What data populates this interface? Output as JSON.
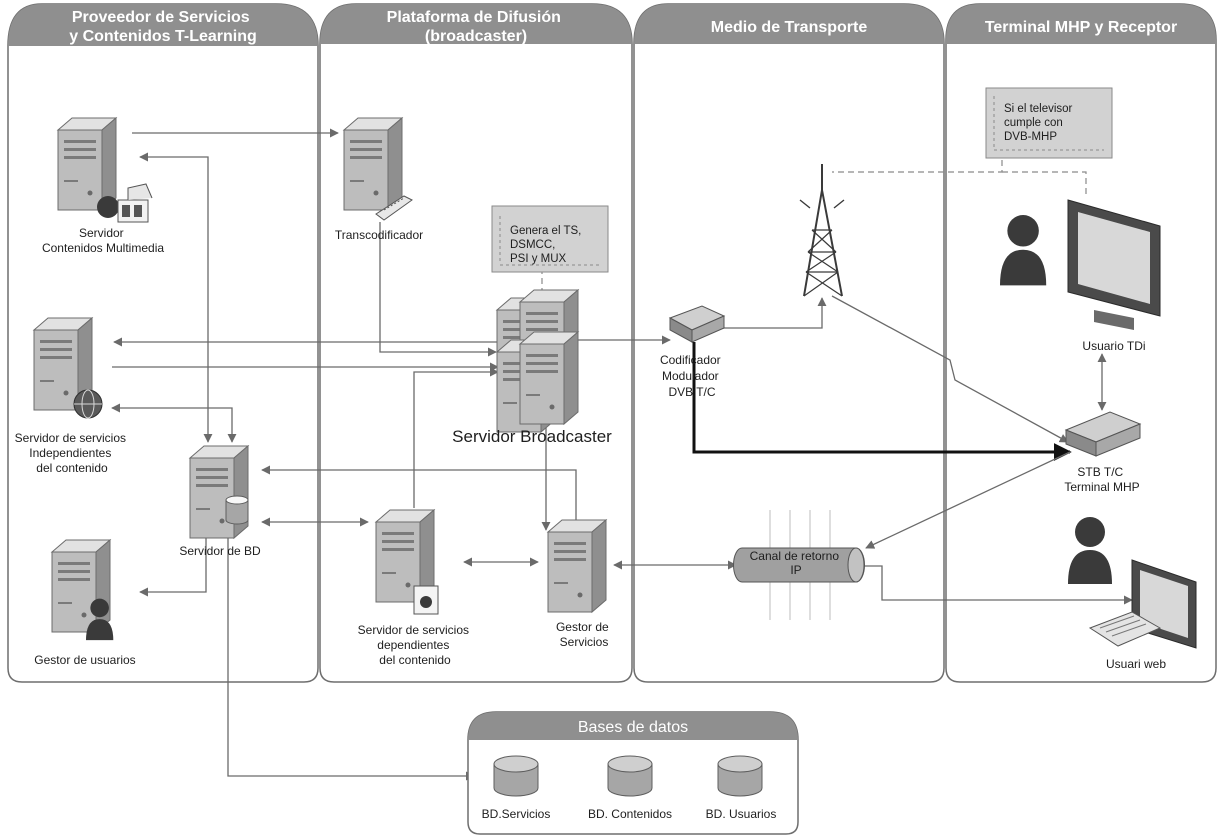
{
  "lanes": [
    {
      "title_lines": [
        "Proveedor de Servicios",
        "y Contenidos T-Learning"
      ]
    },
    {
      "title_lines": [
        "Plataforma de Difusión",
        "(broadcaster)"
      ]
    },
    {
      "title_lines": [
        "Medio de Transporte"
      ]
    },
    {
      "title_lines": [
        "Terminal MHP y Receptor"
      ]
    }
  ],
  "nodes": {
    "servidor_contenidos": [
      "Servidor",
      "Contenidos Multimedia"
    ],
    "servidor_servicios_indep": [
      "Servidor de servicios",
      "Independientes",
      "del contenido"
    ],
    "servidor_bd": [
      "Servidor de BD"
    ],
    "gestor_usuarios": [
      "Gestor de usuarios"
    ],
    "transcodificador": [
      "Transcodificador"
    ],
    "servidor_broadcaster": [
      "Servidor Broadcaster"
    ],
    "servidor_servicios_dep": [
      "Servidor de servicios",
      "dependientes",
      "del contenido"
    ],
    "gestor_servicios": [
      "Gestor de",
      "Servicios"
    ],
    "codificador": [
      "Codificador",
      "Modulador",
      "DVB T/C"
    ],
    "canal_retorno": [
      "Canal de retorno",
      "IP"
    ],
    "usuario_tdi": [
      "Usuario TDi"
    ],
    "stb": [
      "STB T/C",
      "Terminal MHP"
    ],
    "usuario_web": [
      "Usuari web"
    ]
  },
  "notes": {
    "genera_ts": [
      "Genera el TS,",
      "DSMCC,",
      "PSI y MUX"
    ],
    "televisor": [
      "Si el televisor",
      "cumple con",
      "DVB-MHP"
    ]
  },
  "databases": {
    "title": "Bases de datos",
    "items": [
      "BD.Servicios",
      "BD. Contenidos",
      "BD. Usuarios"
    ]
  },
  "colors": {
    "lane_header": "#8f8f8f",
    "lane_border": "#6e6e6e",
    "note_fill": "#d2d2d2",
    "connector": "#6a6a6a"
  }
}
